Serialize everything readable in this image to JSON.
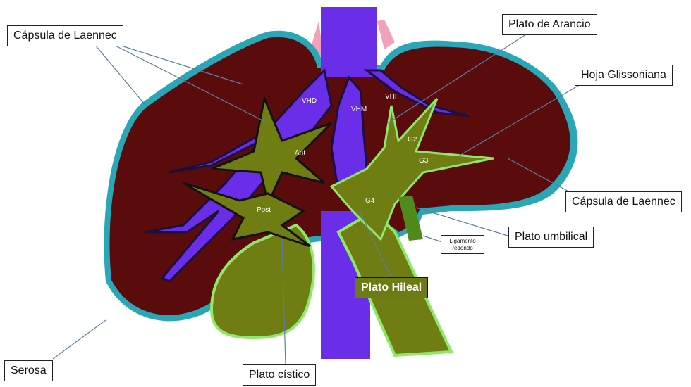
{
  "labels": {
    "capsula_top": "Cápsula  de Laennec",
    "arancio": "Plato de Arancio",
    "glissoniana": "Hoja Glissoniana",
    "capsula_right": "Cápsula  de Laennec",
    "umbilical": "Plato umbilical",
    "ligamento": "Ligamento redondo",
    "hileal": "Plato Hileal",
    "serosa": "Serosa",
    "cistico": "Plato cístico"
  },
  "vessels": {
    "vhd": "VHD",
    "vhm": "VHM",
    "vhi": "VHI"
  },
  "segments": {
    "ant": "Ant",
    "post": "Post",
    "g2": "G2",
    "g3": "G3",
    "g4": "G4"
  },
  "colors": {
    "liver": "#5a0c0c",
    "capsule_outline": "#2aa7b6",
    "vein": "#6b2ee8",
    "glisson": "#6f7d12",
    "glisson_edge": "#8ee86a",
    "serosa_pink": "#f3a0bb"
  }
}
